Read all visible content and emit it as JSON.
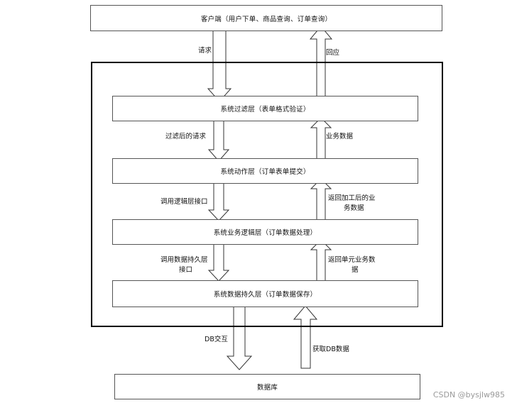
{
  "nodes": {
    "client": "客户端（用户下单、商品查询、订单查询）",
    "filter_layer": "系统过滤层（表单格式验证）",
    "action_layer": "系统动作层（订单表单提交）",
    "logic_layer": "系统业务逻辑层（订单数据处理）",
    "persistence_layer": "系统数据持久层（订单数据保存）",
    "database": "数据库"
  },
  "edges": {
    "request": "请求",
    "response": "回应",
    "filtered_request": "过滤后的请求",
    "business_data": "业务数据",
    "call_logic": "调用逻辑层接口",
    "return_processed_line1": "返回加工后的业",
    "return_processed_line2": "务数据",
    "call_persistence_line1": "调用数据持久层",
    "call_persistence_line2": "接口",
    "return_unit_line1": "返回单元业务数",
    "return_unit_line2": "据",
    "db_interaction": "DB交互",
    "get_db_data": "获取DB数据"
  },
  "watermark": "CSDN @bysjlw985"
}
